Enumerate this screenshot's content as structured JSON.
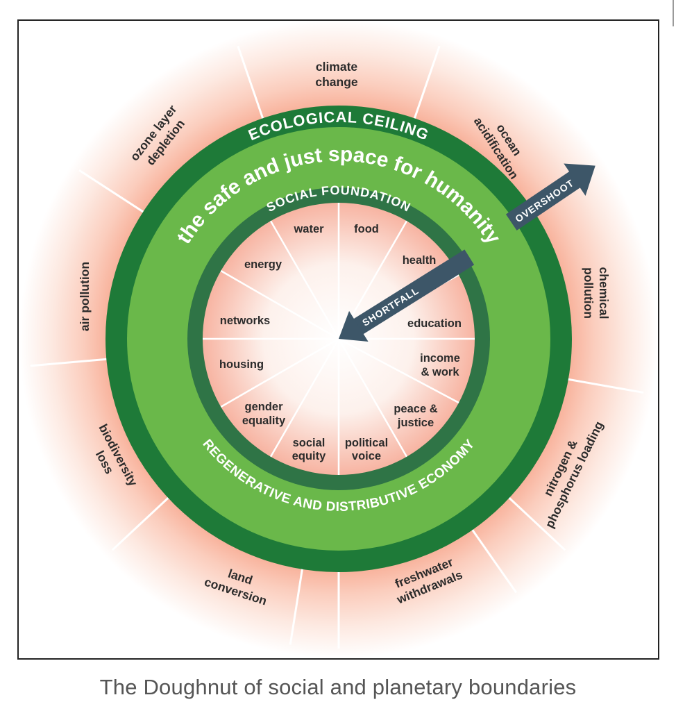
{
  "diagram": {
    "ring_labels": {
      "ecological_ceiling": "ECOLOGICAL CEILING",
      "safe_space": "the safe and just space for humanity",
      "social_foundation": "SOCIAL FOUNDATION",
      "economy": "REGENERATIVE AND DISTRIBUTIVE ECONOMY"
    },
    "arrows": {
      "overshoot": "OVERSHOOT",
      "shortfall": "SHORTFALL"
    },
    "social_foundation_items": {
      "water": "water",
      "food": "food",
      "health": "health",
      "education": "education",
      "income_work_1": "income",
      "income_work_2": "& work",
      "peace_justice_1": "peace &",
      "peace_justice_2": "justice",
      "political_voice_1": "political",
      "political_voice_2": "voice",
      "social_equity_1": "social",
      "social_equity_2": "equity",
      "gender_equality_1": "gender",
      "gender_equality_2": "equality",
      "housing": "housing",
      "networks": "networks",
      "energy": "energy"
    },
    "ecological_ceiling_items": {
      "climate_change_1": "climate",
      "climate_change_2": "change",
      "ocean_acidification_1": "ocean",
      "ocean_acidification_2": "acidification",
      "chemical_pollution_1": "chemical",
      "chemical_pollution_2": "pollution",
      "nitrogen_1": "nitrogen &",
      "nitrogen_2": "phosphorus loading",
      "freshwater_1": "freshwater",
      "freshwater_2": "withdrawals",
      "land_conversion_1": "land",
      "land_conversion_2": "conversion",
      "biodiversity_1": "biodiversity",
      "biodiversity_2": "loss",
      "air_pollution": "air pollution",
      "ozone_1": "ozone layer",
      "ozone_2": "depletion"
    },
    "colors": {
      "dark_green": "#1e7a38",
      "light_green": "#6ab84a",
      "inner_ring_green": "#2f7446",
      "shortfall_red": "#f3a491",
      "arrow_slate": "#3d5668"
    }
  },
  "caption": "The Doughnut of social and planetary boundaries"
}
